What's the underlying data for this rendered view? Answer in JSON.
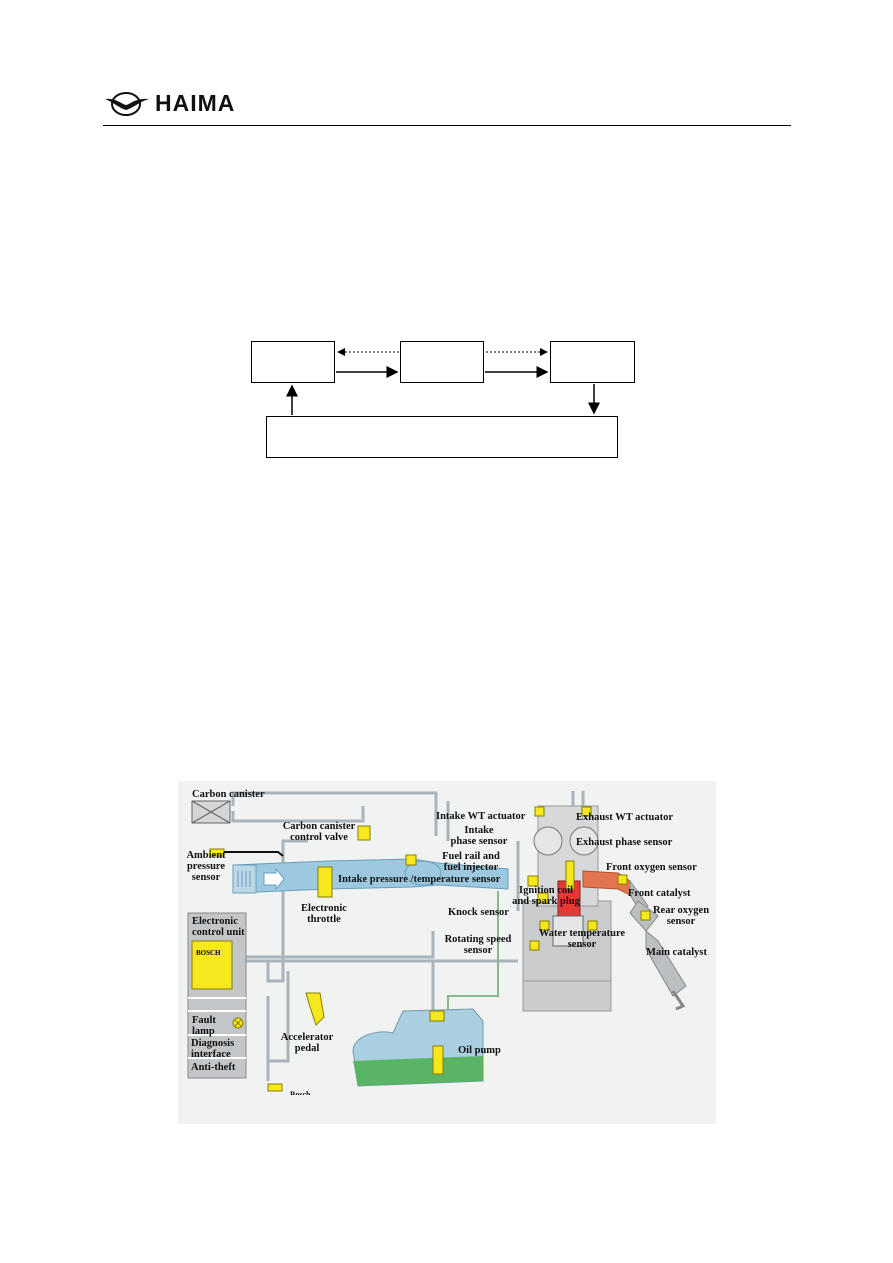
{
  "header": {
    "brand": "HAIMA",
    "logo_icon": "haima-wing-logo-icon"
  },
  "flow_diagram": {
    "boxes": [
      "",
      "",
      "",
      ""
    ]
  },
  "engine_diagram": {
    "labels": {
      "carbon_canister": "Carbon canister",
      "carbon_canister_control_valve": "Carbon canister\ncontrol valve",
      "ambient_pressure_sensor": "Ambient\npressure\nsensor",
      "intake_pressure_temperature_sensor": "Intake pressure /temperature sensor",
      "electronic_throttle": "Electronic\nthrottle",
      "electronic_control_unit": "Electronic\ncontrol unit",
      "ecu_brand": "BOSCH",
      "fault_lamp": "Fault\nlamp",
      "diagnosis_interface": "Diagnosis\ninterface",
      "anti_theft": "Anti-theft",
      "accelerator_pedal": "Accelerator\npedal",
      "intake_vvt_actuator": "Intake WT actuator",
      "intake_phase_sensor": "Intake\nphase sensor",
      "fuel_rail_and_injector": "Fuel rail and\nfuel injector",
      "exhaust_vvt_actuator": "Exhaust WT actuator",
      "exhaust_phase_sensor": "Exhaust phase sensor",
      "front_oxygen_sensor": "Front oxygen sensor",
      "ignition_coil": "Ignition coil\nand spark plug",
      "front_catalyst": "Front catalyst",
      "rear_oxygen_sensor": "Rear oxygen\nsensor",
      "knock_sensor": "Knock sensor",
      "water_temperature_sensor": "Water temperature\nsensor",
      "rotating_speed_sensor": "Rotating speed\nsensor",
      "main_catalyst": "Main catalyst",
      "oil_pump": "Oil pump",
      "legend_partial": "Bosch"
    },
    "colors": {
      "background": "#f1f2f2",
      "intake_duct": "#9cc9e0",
      "exhaust": "#e2744f",
      "sensor_yellow": "#f6e81c",
      "fuel": "#4caf50",
      "engine_gray": "#c9cbcd",
      "wiring": "#a9b3bb"
    }
  }
}
